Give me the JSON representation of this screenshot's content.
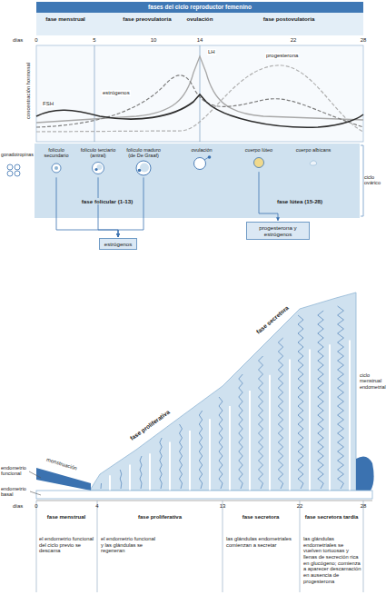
{
  "diagram": {
    "title": "fases del ciclo reproductor femenino",
    "nodes": [
      {
        "text": [
          "folículo secundario"
        ]
      },
      {
        "text": [
          "folículo terciario (antral)"
        ]
      },
      {
        "text": [
          "folículo maduro (de De Graaf)"
        ]
      },
      {
        "text": [
          "ovulación"
        ]
      },
      {
        "text": [
          "cuerpo lúteo"
        ]
      },
      {
        "text": [
          "cuerpo albicans"
        ]
      },
      {
        "text": [
          "estrógenos"
        ]
      },
      {
        "text": [
          "progesterona y estrógenos"
        ]
      }
    ],
    "edges": [
      {
        "from": 0,
        "to": 6,
        "arrow": "to"
      },
      {
        "from": 1,
        "to": 6,
        "arrow": "to"
      },
      {
        "from": 2,
        "to": 6,
        "arrow": "to"
      },
      {
        "from": 4,
        "to": 7,
        "arrow": "to"
      }
    ],
    "labels": [
      "fase menstrual",
      "fase preovulatoria",
      "ovulación",
      "fase postovulatoria",
      "días",
      "0",
      "5",
      "10",
      "14",
      "22",
      "28",
      "concentración hormonal",
      "FSH",
      "estrógenos",
      "LH",
      "progesterona",
      "gonadotropinas",
      "fase folicular (1-13)",
      "fase lútea (15-28)",
      "ciclo ovárico",
      "ciclo menstrual endometrial",
      "endometrio funcional",
      "endometrio basal",
      "menstruación",
      "fase proliferativa",
      "fase secretora",
      "días",
      "0",
      "4",
      "13",
      "22",
      "28",
      "fase menstrual",
      "fase proliferativa",
      "fase secretora",
      "fase secretora tardía",
      "el endometrio funcional del ciclo previo se descama",
      "el endometrio funcional y las glándulas se regeneran",
      "las glándulas endometriales comienzan a secretar",
      "las glándulas endometriales se vuelven tortuosas y llenas de secreción rica en glucógeno; comienza a aparecer descamación en ausencia de progesterona"
    ]
  }
}
